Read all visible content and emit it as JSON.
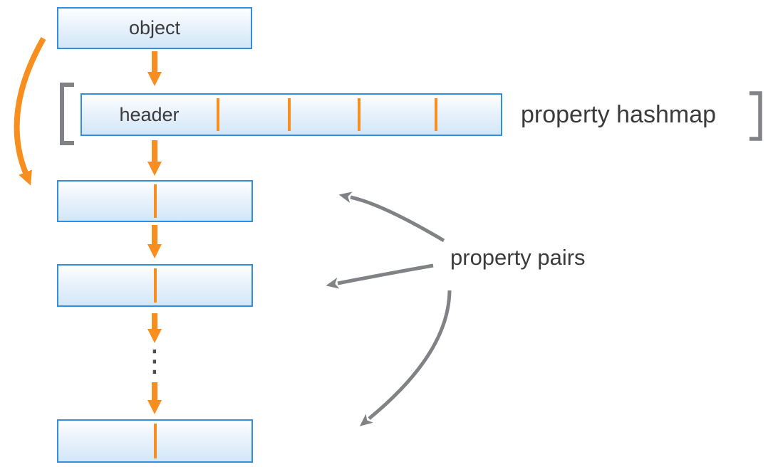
{
  "diagram": {
    "object_box": {
      "label": "object"
    },
    "hashmap": {
      "header_label": "header",
      "caption": "property hashmap",
      "slot_divider_count": 4
    },
    "pairs": {
      "caption": "property pairs",
      "visible_pair_box_count": 3
    },
    "ellipsis": "⋮"
  },
  "colors": {
    "accent_orange": "#F78E1E",
    "box_border_blue": "#3090E0",
    "box_fill_top": "#FEFEFF",
    "box_fill_bottom": "#D3E7F8",
    "annotation_gray": "#808285",
    "text_dark": "#3B3B3D"
  }
}
